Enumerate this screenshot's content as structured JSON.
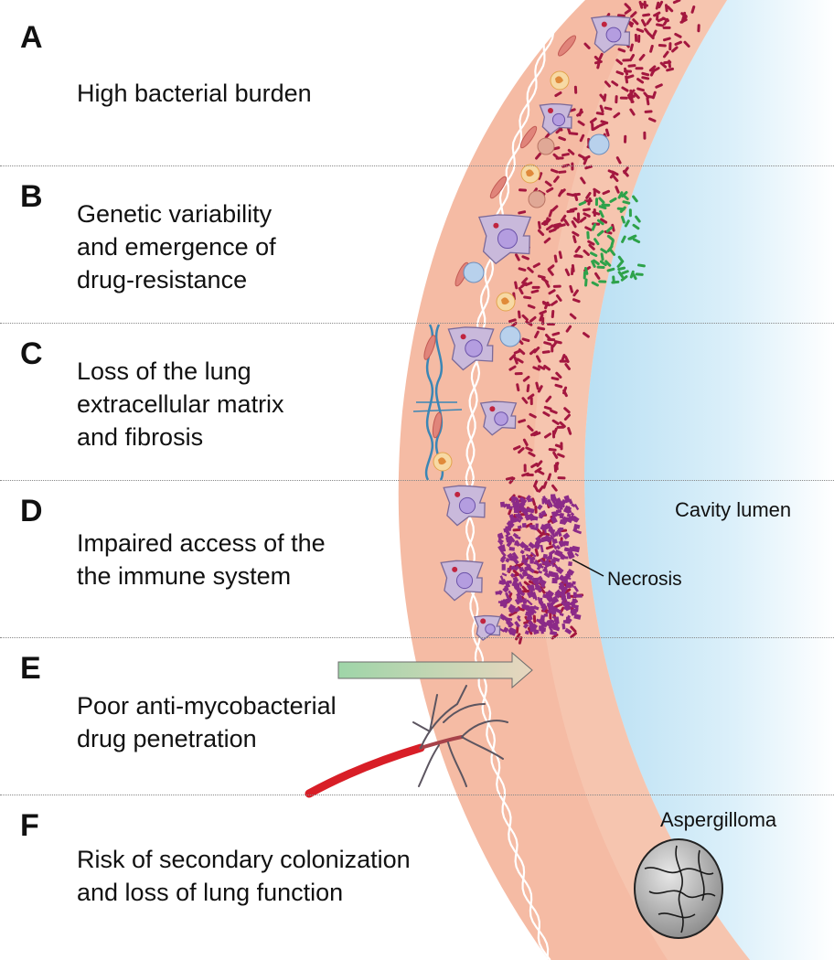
{
  "sections": [
    {
      "letter": "A",
      "lines": [
        "High bacterial burden"
      ]
    },
    {
      "letter": "B",
      "lines": [
        "Genetic variability",
        "and emergence of",
        "drug-resistance"
      ]
    },
    {
      "letter": "C",
      "lines": [
        "Loss of the lung",
        "extracellular matrix",
        "and fibrosis"
      ]
    },
    {
      "letter": "D",
      "lines": [
        "Impaired access of the",
        "the immune system"
      ]
    },
    {
      "letter": "E",
      "lines": [
        "Poor anti-mycobacterial",
        "drug penetration"
      ]
    },
    {
      "letter": "F",
      "lines": [
        "Risk of secondary colonization",
        "and loss of lung function"
      ]
    }
  ],
  "labels": {
    "cavity_lumen": "Cavity lumen",
    "necrosis": "Necrosis",
    "aspergilloma": "Aspergilloma"
  },
  "colors": {
    "wall_outer": "#f5b9a3",
    "wall_inner": "#f7c7b3",
    "lumen": "#c7e6f6",
    "bacteria": "#a3173f",
    "necrosis": "#8b2a88",
    "resistant_bacteria": "#2ea24a",
    "vessel": "#d81e27",
    "macrophage": "#c9b9db"
  },
  "icons": [
    "macrophage-icon",
    "neutrophil-icon",
    "lymphocyte-icon",
    "fibroblast-icon",
    "collagen-fiber-icon",
    "blood-vessel-icon",
    "drug-gradient-arrow-icon",
    "aspergilloma-icon"
  ]
}
